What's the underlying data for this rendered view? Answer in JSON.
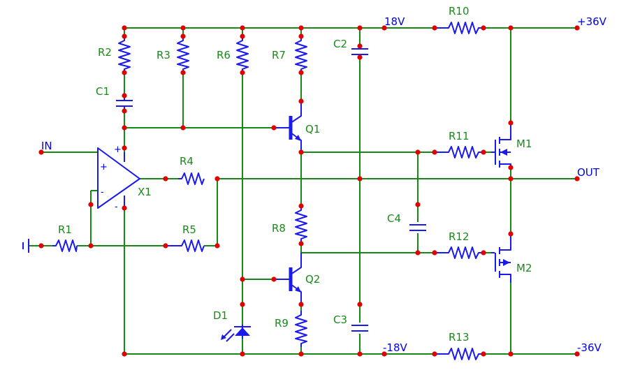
{
  "nets": {
    "pos18": "18V",
    "pos36": "+36V",
    "neg18": "-18V",
    "neg36": "-36V",
    "in": "IN",
    "out": "OUT"
  },
  "components": {
    "R1": "R1",
    "R2": "R2",
    "R3": "R3",
    "R4": "R4",
    "R5": "R5",
    "R6": "R6",
    "R7": "R7",
    "R8": "R8",
    "R9": "R9",
    "R10": "R10",
    "R11": "R11",
    "R12": "R12",
    "R13": "R13",
    "C1": "C1",
    "C2": "C2",
    "C3": "C3",
    "C4": "C4",
    "Q1": "Q1",
    "Q2": "Q2",
    "M1": "M1",
    "M2": "M2",
    "D1": "D1",
    "X1": "X1"
  },
  "opamp": {
    "plus": "+",
    "minus": "-",
    "vplus": "+",
    "vminus": "-"
  }
}
